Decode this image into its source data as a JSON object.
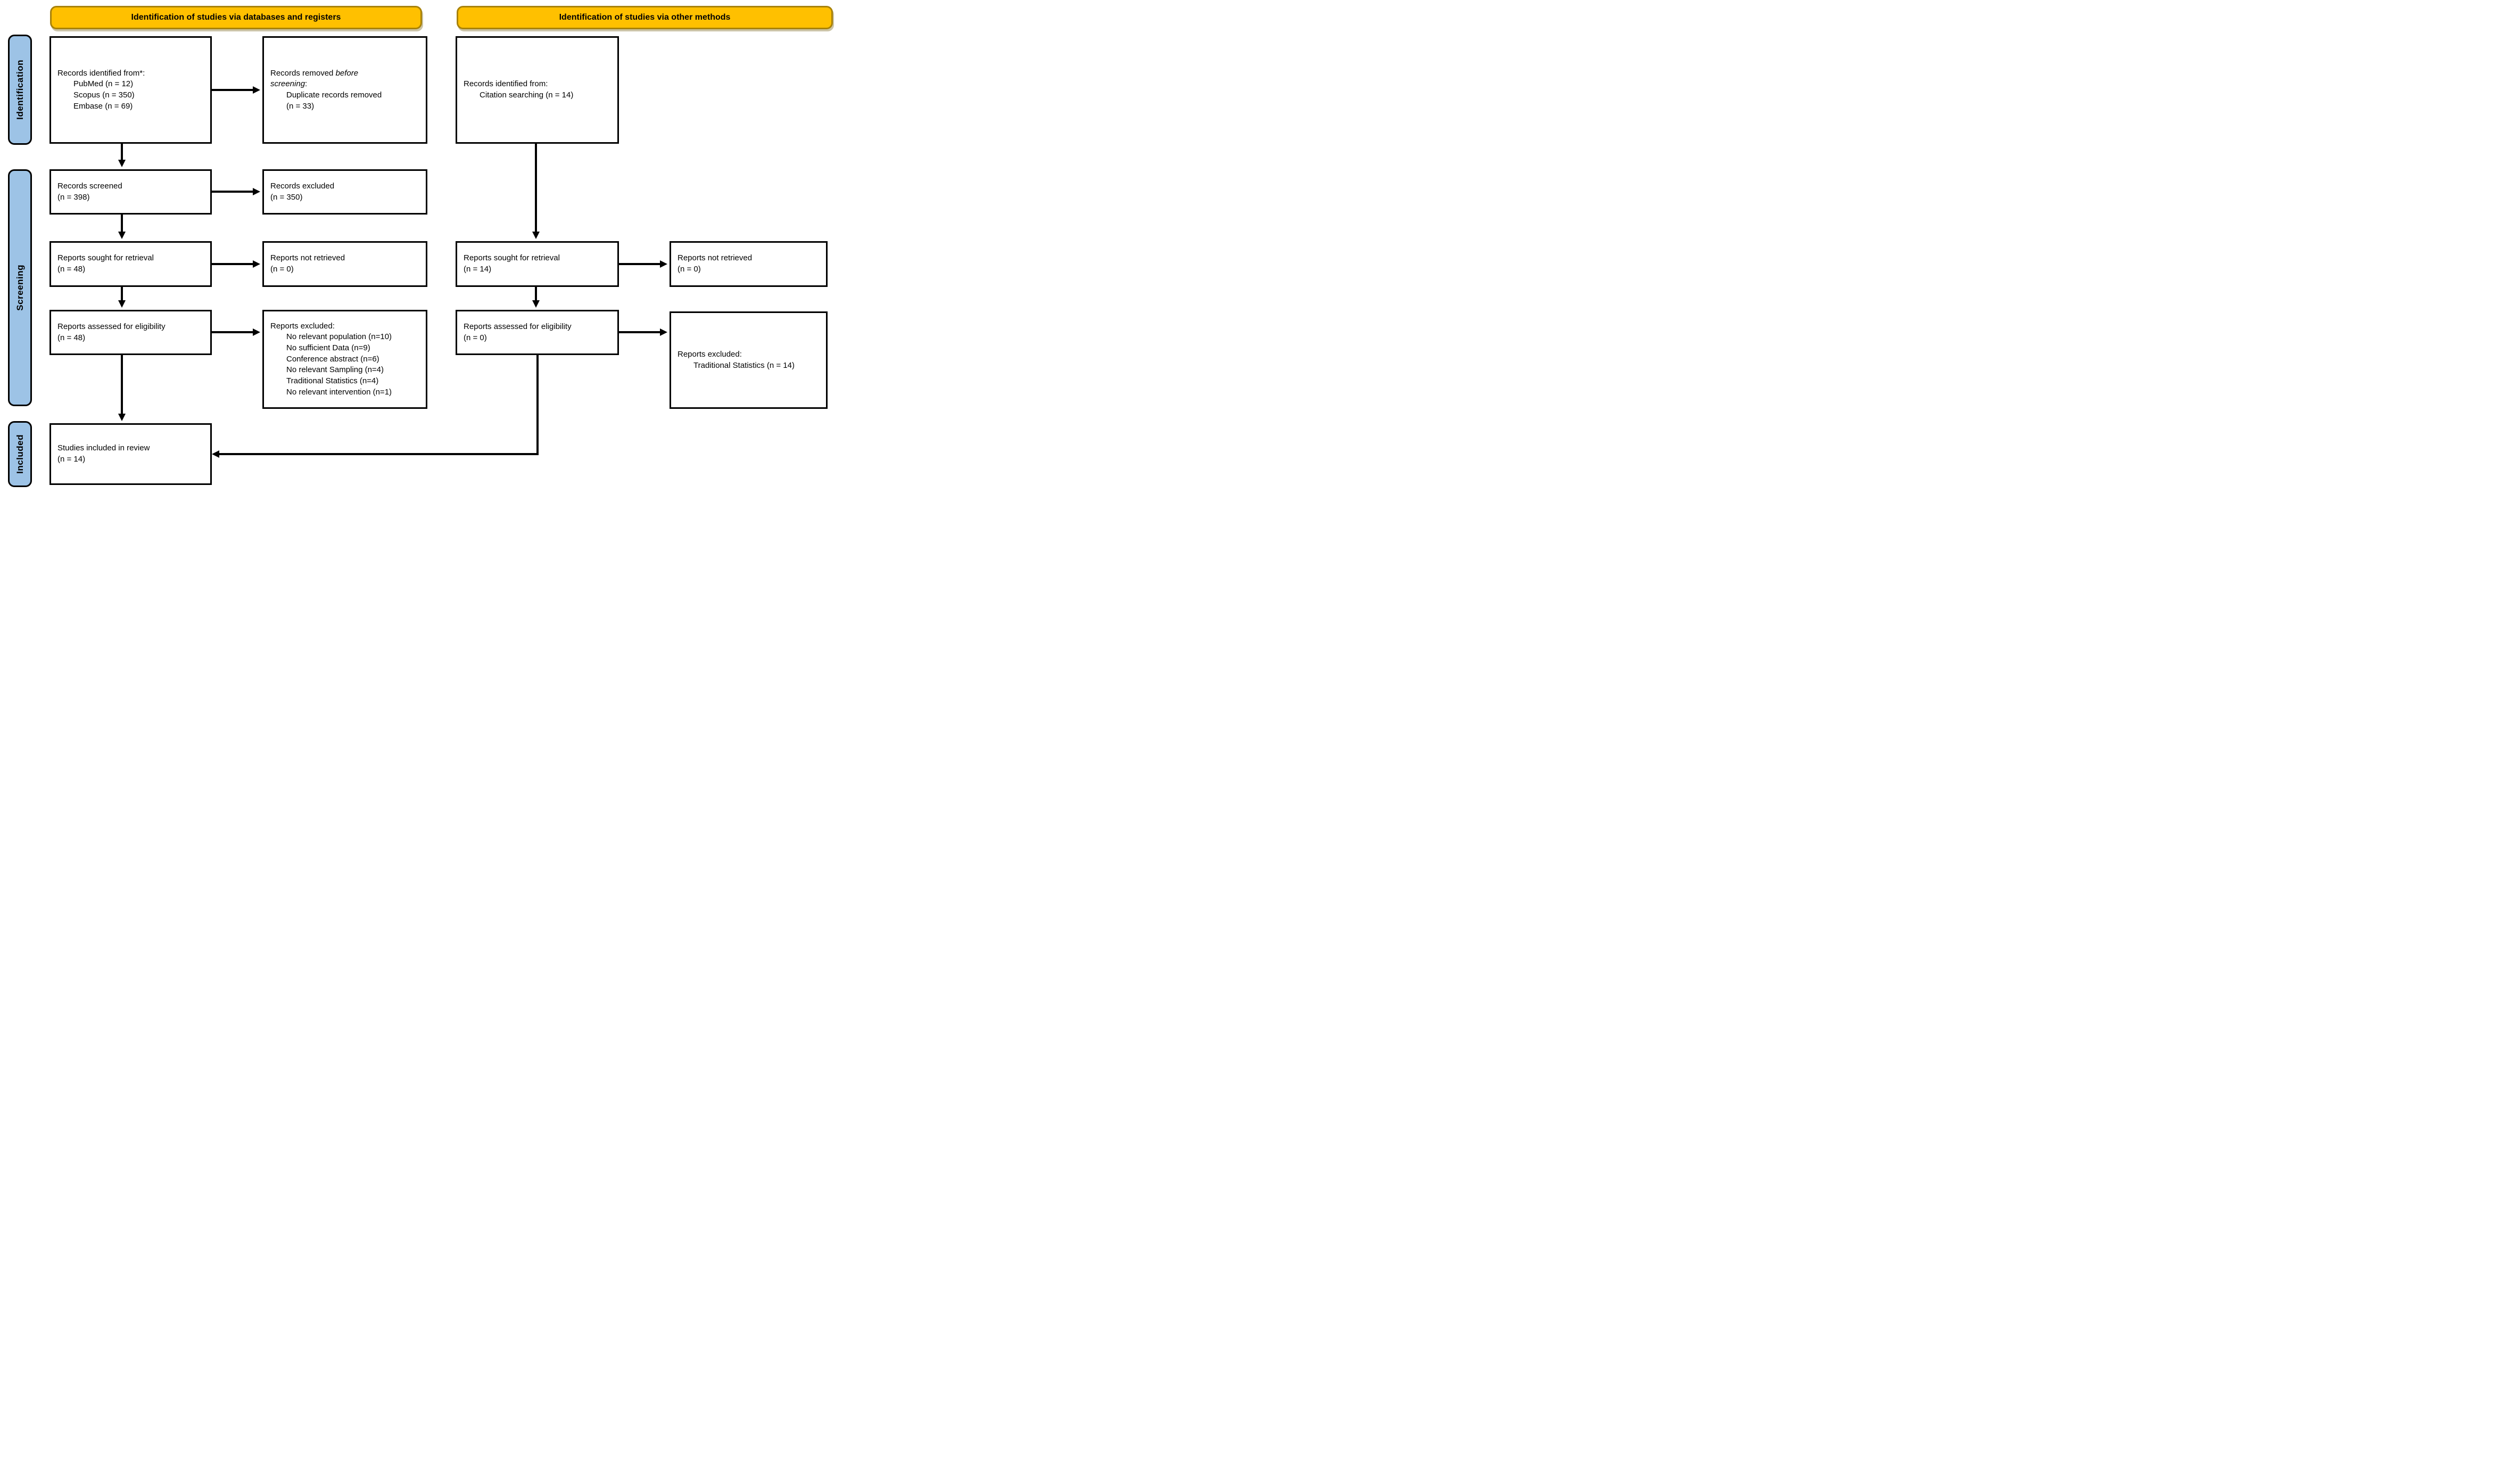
{
  "figure": {
    "banners": {
      "databases": "Identification of studies via databases and registers",
      "other": "Identification of studies via other methods"
    },
    "stages": {
      "identification": "Identification",
      "screening": "Screening",
      "included": "Included"
    },
    "colors": {
      "banner_fill": "#FFC000",
      "banner_border": "#A8820A",
      "stage_fill": "#9DC3E6",
      "box_border": "#000000",
      "arrow": "#000000"
    },
    "boxes": {
      "records_identified_db": {
        "lines": [
          {
            "text": "Records identified from*:"
          },
          {
            "text": "PubMed (n = 12)",
            "indent": true
          },
          {
            "text": "Scopus (n = 350)",
            "indent": true
          },
          {
            "text": "Embase (n = 69)",
            "indent": true
          }
        ]
      },
      "records_removed": {
        "lines": [
          {
            "rich": [
              {
                "t": "Records removed "
              },
              {
                "t": "before",
                "i": true
              }
            ]
          },
          {
            "rich": [
              {
                "t": "screening",
                "i": true
              },
              {
                "t": ":"
              }
            ]
          },
          {
            "text": "Duplicate records removed",
            "indent": true
          },
          {
            "text": "(n = 33)",
            "indent": true
          }
        ]
      },
      "records_identified_other": {
        "lines": [
          {
            "text": "Records identified from:"
          },
          {
            "text": "Citation searching (n = 14)",
            "indent": true
          }
        ]
      },
      "records_screened": {
        "lines": [
          {
            "text": "Records screened"
          },
          {
            "text": "(n = 398)"
          }
        ]
      },
      "records_excluded": {
        "lines": [
          {
            "text": "Records excluded"
          },
          {
            "text": "(n = 350)"
          }
        ]
      },
      "reports_sought_db": {
        "lines": [
          {
            "text": "Reports sought for retrieval"
          },
          {
            "text": "(n = 48)"
          }
        ]
      },
      "reports_not_retrieved_db": {
        "lines": [
          {
            "text": "Reports not retrieved"
          },
          {
            "text": "(n = 0)"
          }
        ]
      },
      "reports_sought_other": {
        "lines": [
          {
            "text": "Reports sought for retrieval"
          },
          {
            "text": "(n = 14)"
          }
        ]
      },
      "reports_not_retrieved_other": {
        "lines": [
          {
            "text": "Reports not retrieved"
          },
          {
            "text": "(n = 0)"
          }
        ]
      },
      "reports_assessed_db": {
        "lines": [
          {
            "text": "Reports assessed for eligibility"
          },
          {
            "text": "(n = 48)"
          }
        ]
      },
      "reports_excluded_db": {
        "lines": [
          {
            "text": "Reports excluded:"
          },
          {
            "text": "No relevant population (n=10)",
            "indent": true
          },
          {
            "text": "No sufficient Data (n=9)",
            "indent": true
          },
          {
            "text": "Conference abstract (n=6)",
            "indent": true
          },
          {
            "text": "No relevant Sampling (n=4)",
            "indent": true
          },
          {
            "text": "Traditional Statistics (n=4)",
            "indent": true
          },
          {
            "text": "No relevant intervention (n=1)",
            "indent": true
          }
        ]
      },
      "reports_assessed_other": {
        "lines": [
          {
            "text": "Reports assessed for eligibility"
          },
          {
            "text": "(n = 0)"
          }
        ]
      },
      "reports_excluded_other": {
        "lines": [
          {
            "text": "Reports excluded:"
          },
          {
            "text": "Traditional Statistics (n = 14)",
            "indent": true
          }
        ]
      },
      "studies_included": {
        "lines": [
          {
            "text": "Studies included in review"
          },
          {
            "text": "(n = 14)"
          }
        ]
      }
    }
  }
}
